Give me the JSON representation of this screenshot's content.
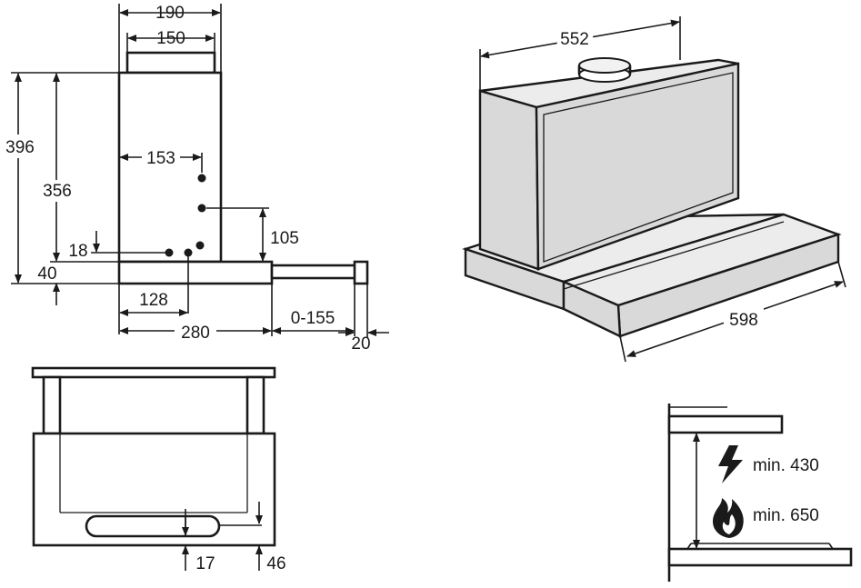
{
  "side_view": {
    "dims": {
      "width_top": "190",
      "outlet": "150",
      "height_total": "396",
      "height_body": "356",
      "mount_h": "153",
      "mount_v": "105",
      "screw_offset": "18",
      "base": "40",
      "front_depth": "128",
      "depth": "280",
      "extension": "0-155",
      "front_panel": "20"
    }
  },
  "iso_view": {
    "dims": {
      "depth": "552",
      "width": "598"
    }
  },
  "front_view": {
    "dims": {
      "left_offset": "17",
      "right_offset": "46"
    }
  },
  "clearance": {
    "electric_label": "min. 430",
    "gas_label": "min. 650",
    "icons": [
      "lightning-icon",
      "flame-icon"
    ]
  }
}
